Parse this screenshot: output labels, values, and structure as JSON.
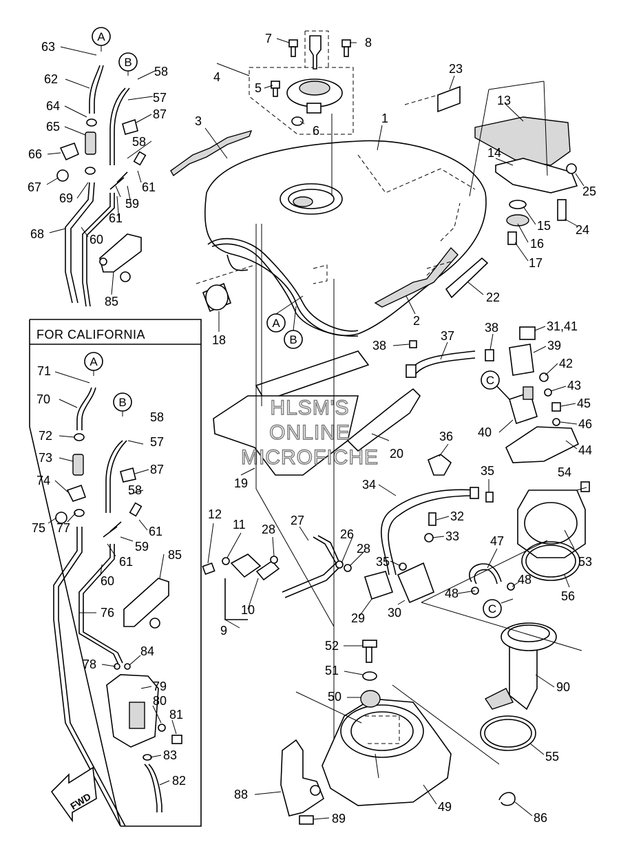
{
  "diagram": {
    "box_title": "FOR CALIFORNIA",
    "watermark": [
      "HLSM'S",
      "ONLINE",
      "MICROFICHE"
    ],
    "arrow_label": "FWD",
    "callouts": {
      "a_top": "A",
      "b_top": "B",
      "a_tank": "A",
      "b_tank": "B",
      "a_box": "A",
      "b_box": "B",
      "c_valve": "C",
      "c_pump": "C"
    },
    "parts": {
      "p1": "1",
      "p2": "2",
      "p3": "3",
      "p4": "4",
      "p5": "5",
      "p6": "6",
      "p7": "7",
      "p8": "8",
      "p9": "9",
      "p10": "10",
      "p11": "11",
      "p12": "12",
      "p13": "13",
      "p14": "14",
      "p15": "15",
      "p16": "16",
      "p17": "17",
      "p18": "18",
      "p19": "19",
      "p20": "20",
      "p22": "22",
      "p23": "23",
      "p24": "24",
      "p25": "25",
      "p26": "26",
      "p27": "27",
      "p28a": "28",
      "p28b": "28",
      "p29": "29",
      "p30": "30",
      "p31_41": "31,41",
      "p32": "32",
      "p33": "33",
      "p34": "34",
      "p35a": "35",
      "p35b": "35",
      "p36": "36",
      "p37": "37",
      "p38a": "38",
      "p38b": "38",
      "p39": "39",
      "p40": "40",
      "p42": "42",
      "p43": "43",
      "p44": "44",
      "p45": "45",
      "p46": "46",
      "p47": "47",
      "p48a": "48",
      "p48b": "48",
      "p49": "49",
      "p50": "50",
      "p51": "51",
      "p52": "52",
      "p53": "53",
      "p54": "54",
      "p55": "55",
      "p56": "56",
      "p57a": "57",
      "p57b": "57",
      "p58a": "58",
      "p58b": "58",
      "p58c": "58",
      "p58d": "58",
      "p59a": "59",
      "p59b": "59",
      "p60a": "60",
      "p60b": "60",
      "p61a": "61",
      "p61b": "61",
      "p61c": "61",
      "p61d": "61",
      "p62": "62",
      "p63": "63",
      "p64": "64",
      "p65": "65",
      "p66": "66",
      "p67": "67",
      "p68": "68",
      "p69": "69",
      "p70": "70",
      "p71": "71",
      "p72": "72",
      "p73": "73",
      "p74": "74",
      "p75": "75",
      "p76": "76",
      "p77": "77",
      "p78": "78",
      "p79": "79",
      "p80": "80",
      "p81": "81",
      "p82": "82",
      "p83": "83",
      "p84": "84",
      "p85a": "85",
      "p85b": "85",
      "p86": "86",
      "p87a": "87",
      "p87b": "87",
      "p88": "88",
      "p89": "89",
      "p90": "90"
    }
  }
}
